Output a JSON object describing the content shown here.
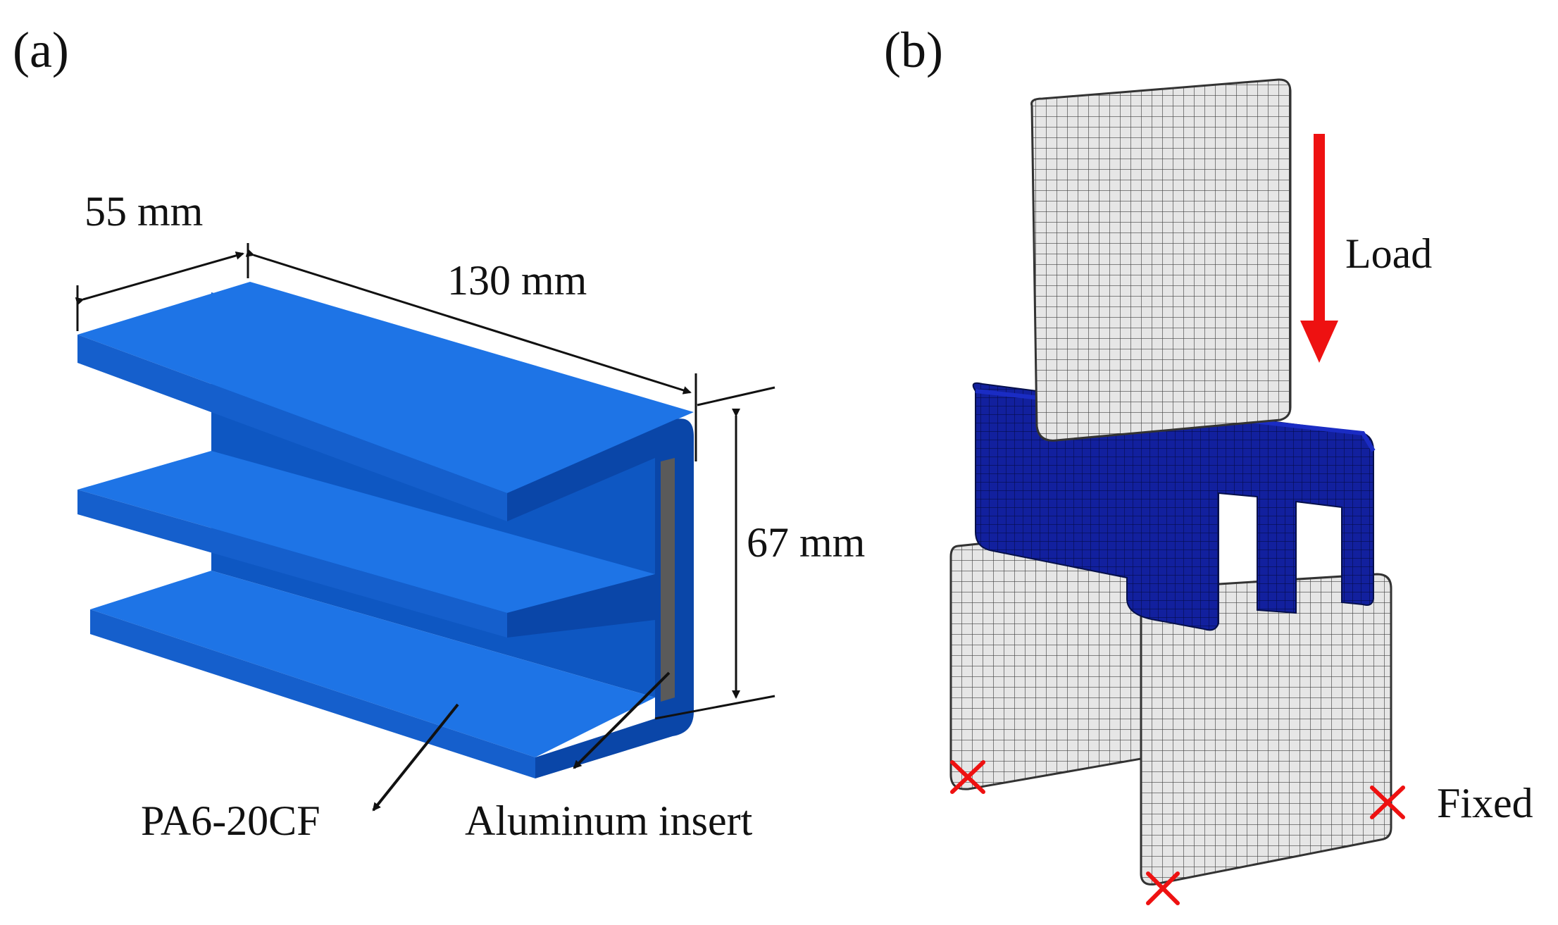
{
  "panel_a": {
    "label": "(a)",
    "width_dim": "55 mm",
    "length_dim": "130 mm",
    "height_dim": "67 mm",
    "material_label": "PA6-20CF",
    "insert_label": "Aluminum insert"
  },
  "panel_b": {
    "label": "(b)",
    "load_label": "Load",
    "fixed_label": "Fixed"
  },
  "colors": {
    "specimen_blue": "#1b6fe0",
    "specimen_dark": "#0a46a8",
    "insert_gray": "#5a5a5a",
    "mesh_blue": "#0a1a9c",
    "rigid_gray": "#d9d9d9",
    "load_red": "#ee1111"
  }
}
